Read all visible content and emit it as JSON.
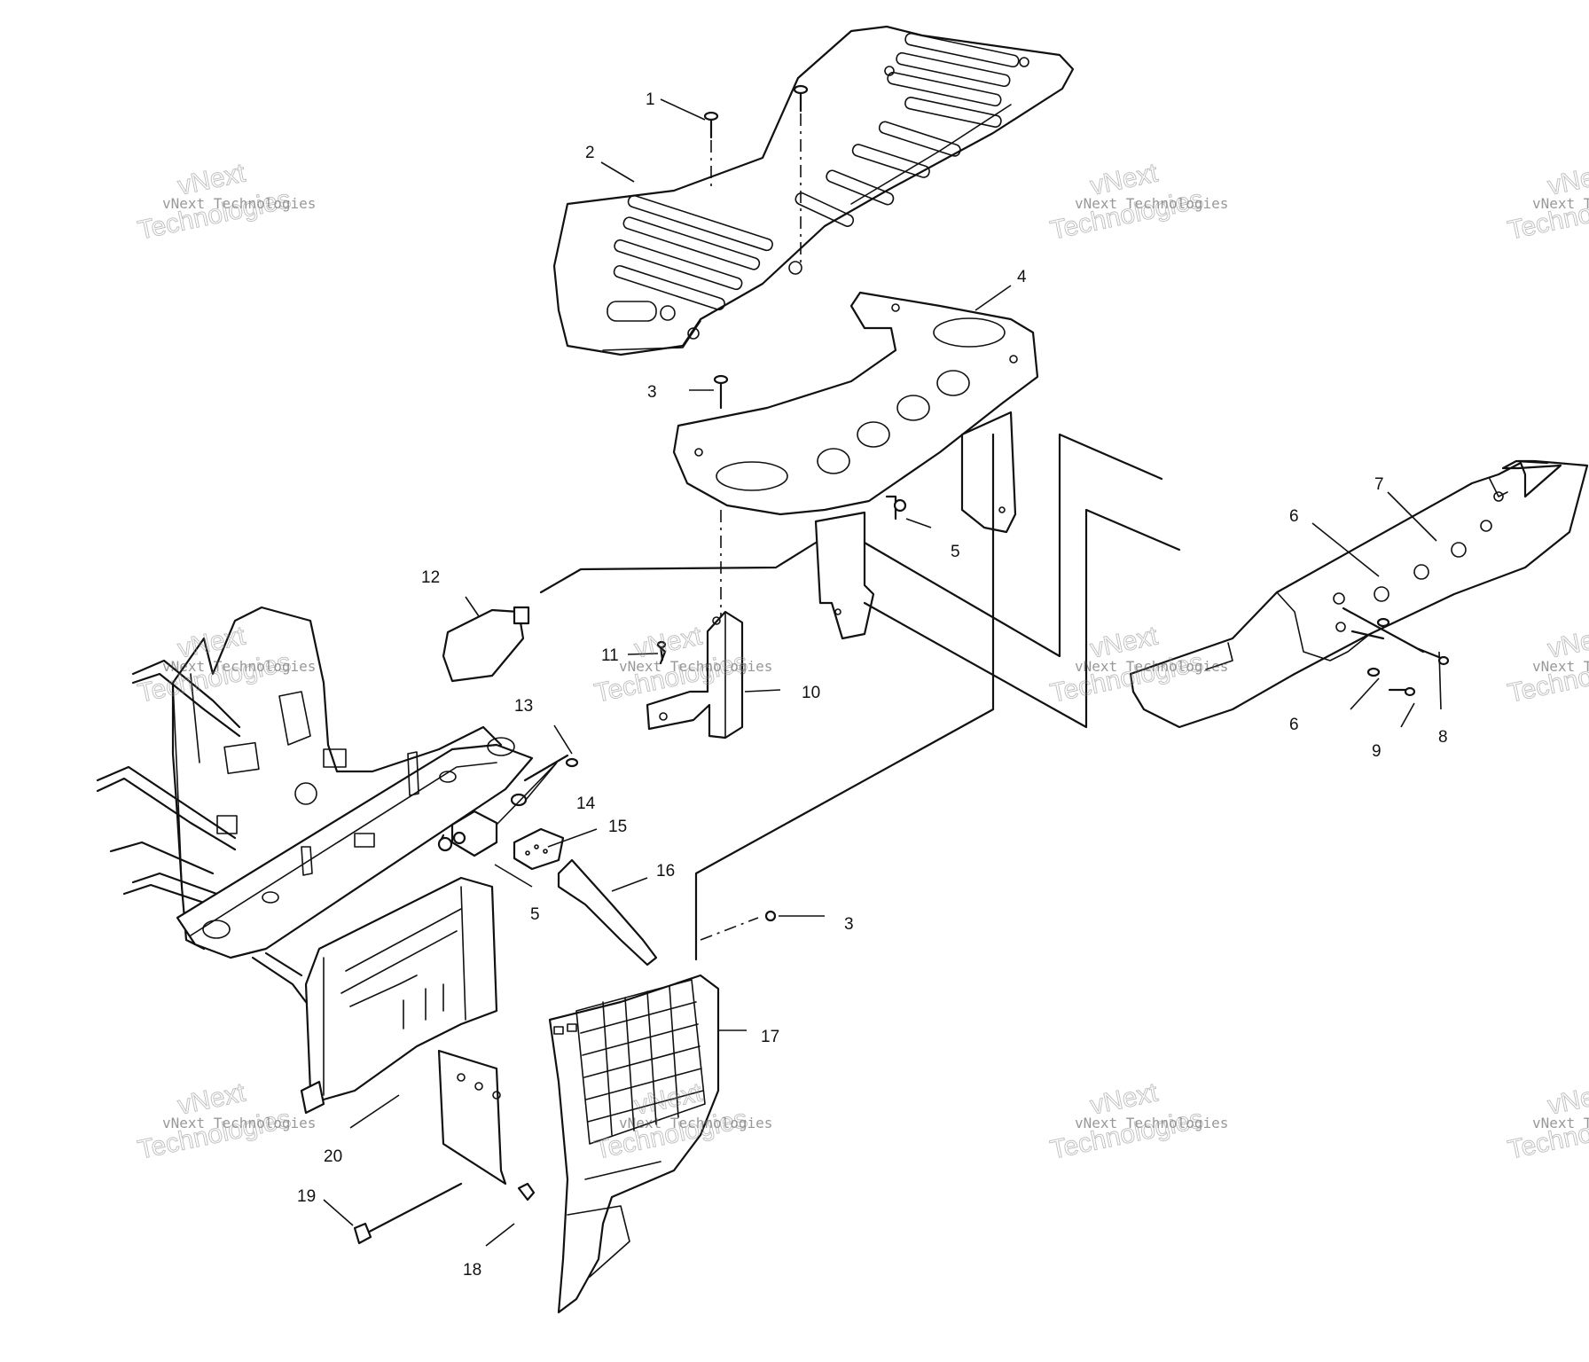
{
  "callouts": {
    "c1": "1",
    "c2": "2",
    "c3a": "3",
    "c3b": "3",
    "c4": "4",
    "c5a": "5",
    "c5b": "5",
    "c6a": "6",
    "c6b": "6",
    "c7": "7",
    "c8": "8",
    "c9": "9",
    "c10": "10",
    "c11": "11",
    "c12": "12",
    "c13": "13",
    "c14": "14",
    "c15": "15",
    "c16": "16",
    "c17": "17",
    "c18": "18",
    "c19": "19",
    "c20": "20"
  },
  "watermark": {
    "line1": "vNext Technologies",
    "line2": "vNext",
    "line3": "Technologies"
  }
}
